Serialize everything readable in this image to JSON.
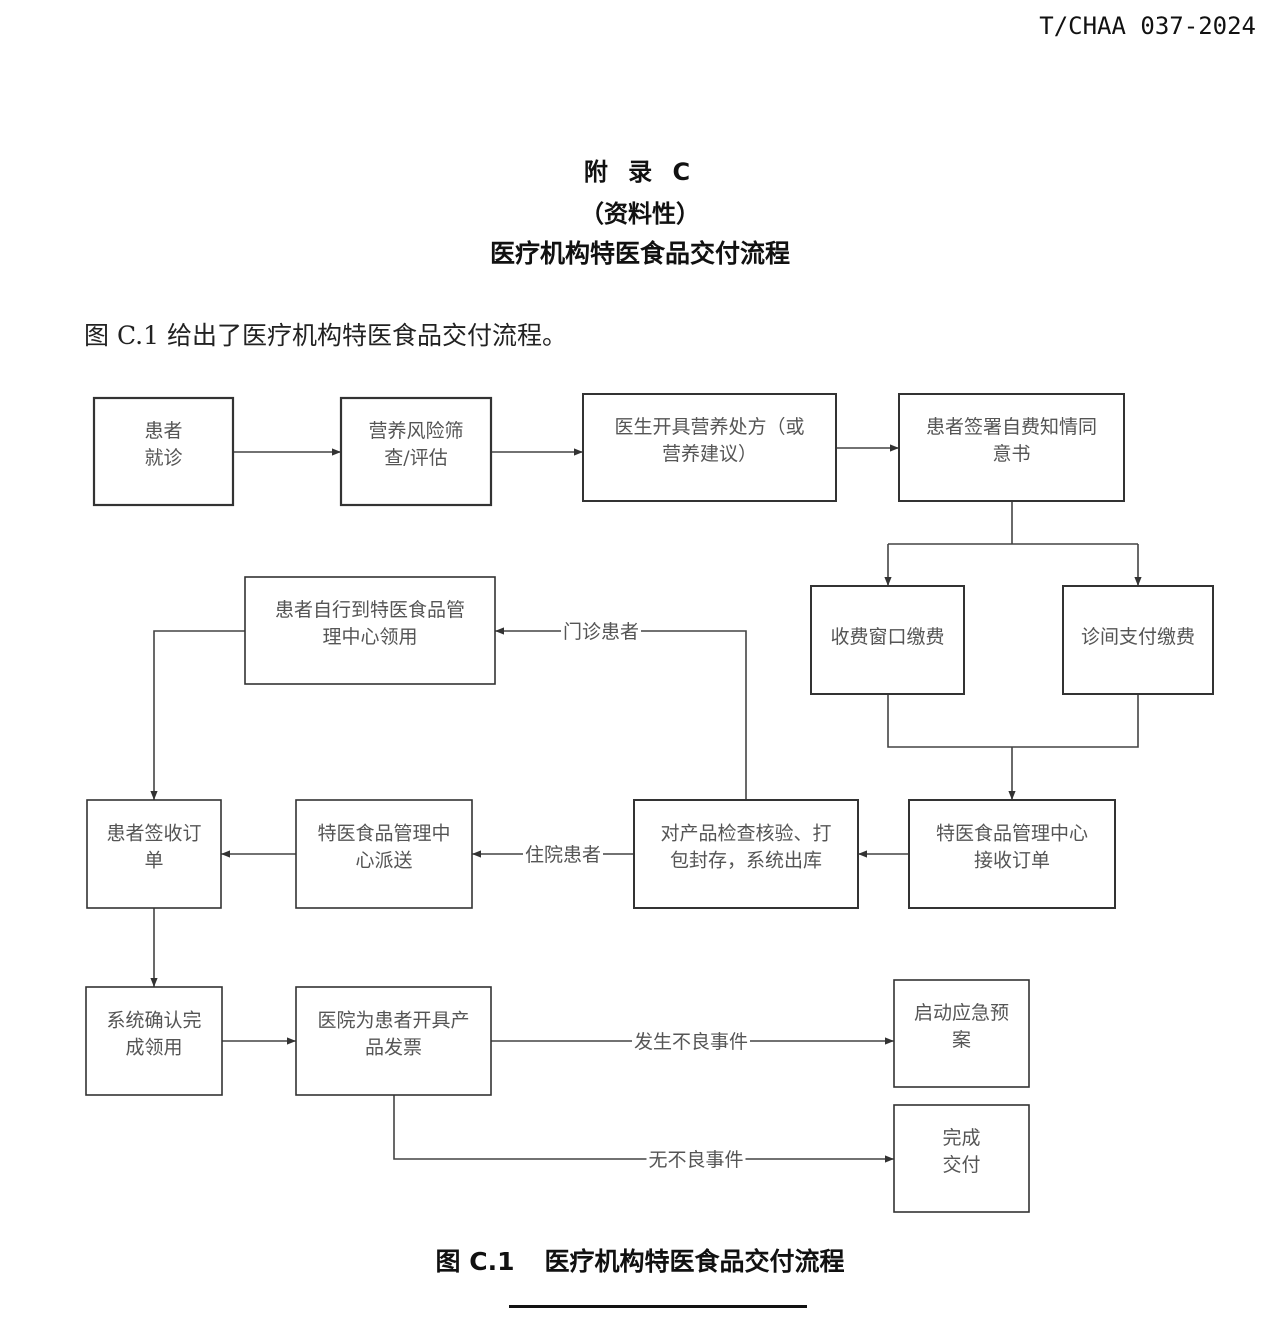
{
  "header": {
    "standard_code": "T/CHAA 037-2024"
  },
  "appendix": {
    "label": "附 录 C",
    "nature": "（资料性）",
    "title": "医疗机构特医食品交付流程"
  },
  "intro_text": "图 C.1 给出了医疗机构特医食品交付流程。",
  "figure": {
    "caption_number": "图 C.1",
    "caption_title": "医疗机构特医食品交付流程"
  },
  "flowchart": {
    "nodes": [
      {
        "id": "visit",
        "lines": [
          "患者",
          "就诊"
        ]
      },
      {
        "id": "screening",
        "lines": [
          "营养风险筛",
          "查/评估"
        ]
      },
      {
        "id": "prescription",
        "lines": [
          "医生开具营养处方（或",
          "营养建议）"
        ]
      },
      {
        "id": "consent",
        "lines": [
          "患者签署自费知情同",
          "意书"
        ]
      },
      {
        "id": "pay-window",
        "lines": [
          "收费窗口缴费"
        ]
      },
      {
        "id": "pay-clinic",
        "lines": [
          "诊间支付缴费"
        ]
      },
      {
        "id": "center-receive",
        "lines": [
          "特医食品管理中心",
          "接收订单"
        ]
      },
      {
        "id": "inspect",
        "lines": [
          "对产品检查核验、打",
          "包封存，系统出库"
        ]
      },
      {
        "id": "self-pickup",
        "lines": [
          "患者自行到特医食品管",
          "理中心领用"
        ]
      },
      {
        "id": "center-deliver",
        "lines": [
          "特医食品管理中",
          "心派送"
        ]
      },
      {
        "id": "sign-order",
        "lines": [
          "患者签收订",
          "单"
        ]
      },
      {
        "id": "confirm",
        "lines": [
          "系统确认完",
          "成领用"
        ]
      },
      {
        "id": "invoice",
        "lines": [
          "医院为患者开具产",
          "品发票"
        ]
      },
      {
        "id": "emergency",
        "lines": [
          "启动应急预",
          "案"
        ]
      },
      {
        "id": "complete",
        "lines": [
          "完成",
          "交付"
        ]
      }
    ],
    "edge_labels": {
      "outpatient": "门诊患者",
      "inpatient": "住院患者",
      "adverse": "发生不良事件",
      "no_adverse": "无不良事件"
    }
  }
}
